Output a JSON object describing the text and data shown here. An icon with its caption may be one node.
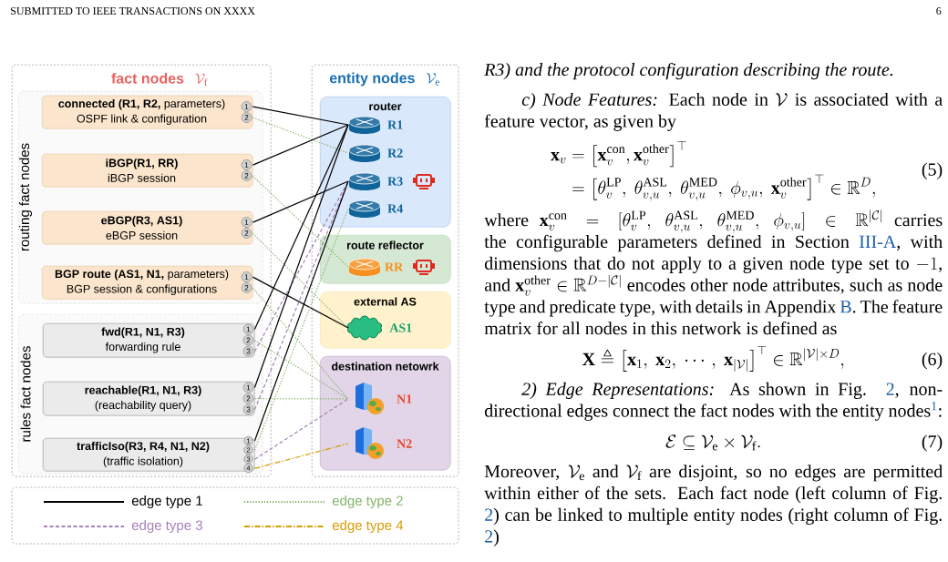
{
  "diagram": {
    "nodes": [
      {
        "text": [
          "fact nodes",
          "\\mathcal{V}_{\\mathrm{f}}"
        ]
      },
      {
        "text": [
          "routing fact nodes"
        ],
        "in": 0
      },
      {
        "text": [
          "**connected (R1, R2,** parameters)",
          "OSPF link & configuration",
          "1",
          "2"
        ],
        "in": 1
      },
      {
        "text": [
          "iBGP(R1, RR)",
          "iBGP session",
          "1",
          "2"
        ],
        "in": 1
      },
      {
        "text": [
          "eBGP(R3, AS1)",
          "eBGP session",
          "1",
          "2"
        ],
        "in": 1
      },
      {
        "text": [
          "**BGP route (AS1, N1,** parameters)",
          "BGP session & configurations",
          "1",
          "2"
        ],
        "in": 1
      },
      {
        "text": [
          "rules fact nodes"
        ],
        "in": 0
      },
      {
        "text": [
          "fwd(R1, N1, R3)",
          "forwarding rule",
          "1",
          "2",
          "3"
        ],
        "in": 6
      },
      {
        "text": [
          "reachable(R1, N1, R3)",
          "(reachability query)",
          "1",
          "2",
          "3"
        ],
        "in": 6
      },
      {
        "text": [
          "trafficIso(R3, R4, N1, N2)",
          "(traffic isolation)",
          "1",
          "2",
          "3",
          "4"
        ],
        "in": 6
      },
      {
        "text": [
          "entity nodes",
          "\\mathcal{V}_{\\mathrm{e}}"
        ]
      },
      {
        "text": [
          "router"
        ],
        "in": 10
      },
      {
        "text": [
          "R1"
        ],
        "in": 11
      },
      {
        "text": [
          "R2"
        ],
        "in": 11
      },
      {
        "text": [
          "R3"
        ],
        "in": 11
      },
      {
        "text": [
          "R4"
        ],
        "in": 11
      },
      {
        "text": [
          "route reflector"
        ],
        "in": 10
      },
      {
        "text": [
          "RR"
        ],
        "in": 16
      },
      {
        "text": [
          "external AS"
        ],
        "in": 10
      },
      {
        "text": [
          "AS1"
        ],
        "in": 18
      },
      {
        "text": [
          "destination netowrk"
        ],
        "in": 10
      },
      {
        "text": [
          "N1"
        ],
        "in": 20
      },
      {
        "text": [
          "N2"
        ],
        "in": 20
      }
    ],
    "edges": [
      {
        "from": 2,
        "to": 12,
        "arrow": "none"
      },
      {
        "from": 2,
        "to": 13,
        "arrow": "none",
        "style": "dashed",
        "color": "#82b366"
      },
      {
        "from": 3,
        "to": 12,
        "arrow": "none"
      },
      {
        "from": 3,
        "to": 17,
        "arrow": "none",
        "style": "dashed",
        "color": "#82b366"
      },
      {
        "from": 4,
        "to": 14,
        "arrow": "none"
      },
      {
        "from": 4,
        "to": 19,
        "arrow": "none",
        "style": "dashed",
        "color": "#82b366"
      },
      {
        "from": 5,
        "to": 19,
        "arrow": "none"
      },
      {
        "from": 5,
        "to": 21,
        "arrow": "none",
        "style": "dashed",
        "color": "#82b366"
      },
      {
        "from": 7,
        "to": 12,
        "arrow": "none"
      },
      {
        "from": 7,
        "to": 21,
        "arrow": "none",
        "style": "dashed",
        "color": "#82b366"
      },
      {
        "from": 7,
        "to": 14,
        "arrow": "none",
        "style": "dashed",
        "color": "#a680b8"
      },
      {
        "from": 8,
        "to": 12,
        "arrow": "none"
      },
      {
        "from": 8,
        "to": 21,
        "arrow": "none",
        "style": "dashed",
        "color": "#82b366"
      },
      {
        "from": 8,
        "to": 14,
        "arrow": "none",
        "style": "dashed",
        "color": "#a680b8"
      },
      {
        "from": 9,
        "to": 14,
        "arrow": "none"
      },
      {
        "from": 9,
        "to": 15,
        "arrow": "none",
        "style": "dashed",
        "color": "#82b366"
      },
      {
        "from": 9,
        "to": 21,
        "arrow": "none",
        "style": "dashed",
        "color": "#a680b8"
      },
      {
        "from": 9,
        "to": 22,
        "arrow": "none",
        "style": "dashed",
        "color": "#d79b00"
      }
    ],
    "labels": [
      "SUBMITTED TO IEEE TRANSACTIONS ON XXXX",
      "6",
      "R3) and the protocol configuration describing the route.",
      "*c) Node Features:* Each node in",
      "\\mathcal{V}",
      "is associated with a feature vector, as given by",
      "\\begin{aligned}\\mathbf{x}_v &= \\big[\\mathbf{x}_v^{\\mathrm{con}}, \\mathbf{x}_v^{\\mathrm{other}}\\big]^\\top \\\\ &= \\big[\\theta_v^{\\mathrm{LP}},\\ \\theta_{v,u}^{\\mathrm{ASL}},\\ \\theta_{v,u}^{\\mathrm{MED}},\\ \\phi_{v,u},\\ \\mathbf{x}_v^{\\mathrm{other}}\\big]^\\top \\in \\mathbb{R}^D,\\end{aligned}",
      "(5)",
      "where",
      "\\mathbf{x}_v^{\\mathrm{con}} = [\\theta_v^{\\mathrm{LP}},\\ \\theta_{v,u}^{\\mathrm{ASL}},\\ \\theta_{v,u}^{\\mathrm{MED}},\\ \\phi_{v,u}] \\in \\mathbb{R}^{|\\mathcal{C}|}",
      "carries the configurable parameters defined in Section",
      "III-A",
      ", with dimensions that do not apply to a given node type set to",
      "-1",
      ", and",
      "\\mathbf{x}_v^{\\mathrm{other}} \\in \\mathbb{R}^{D-|\\mathcal{C}|}",
      "encodes other node attributes, such as node type and predicate type, with details in Appendix",
      "B",
      ". The feature matrix for all nodes in this network is defined as",
      "\\mathbf{X} \\triangleq \\big[\\mathbf{x}_1,\\ \\mathbf{x}_2,\\ \\cdots,\\ \\mathbf{x}_{|\\mathcal{V}|}\\big]^\\top \\in \\mathbb{R}^{|\\mathcal{V}|\\times D},",
      "(6)",
      "*2) Edge Representations:* As shown in Fig.",
      "2",
      ", non-directional edges connect the fact nodes with the entity nodes",
      "1",
      ":",
      "\\mathcal{E} \\subseteq \\mathcal{V}_{\\mathrm{e}} \\times \\mathcal{V}_{\\mathrm{f}}.",
      "(7)",
      "Moreover,",
      "\\mathcal{V}_{\\mathrm{e}}",
      "and",
      "\\mathcal{V}_{\\mathrm{f}}",
      "are disjoint, so no edges are permitted within either of the sets. Each fact node (left column of Fig.",
      "2",
      ") can be linked to multiple entity nodes (right column of Fig.",
      "2",
      ")"
    ],
    "legend": [
      {
        "text": "edge type 1"
      },
      {
        "text": "edge type 2"
      },
      {
        "text": "edge type 3"
      },
      {
        "text": "edge type 4"
      }
    ]
  }
}
